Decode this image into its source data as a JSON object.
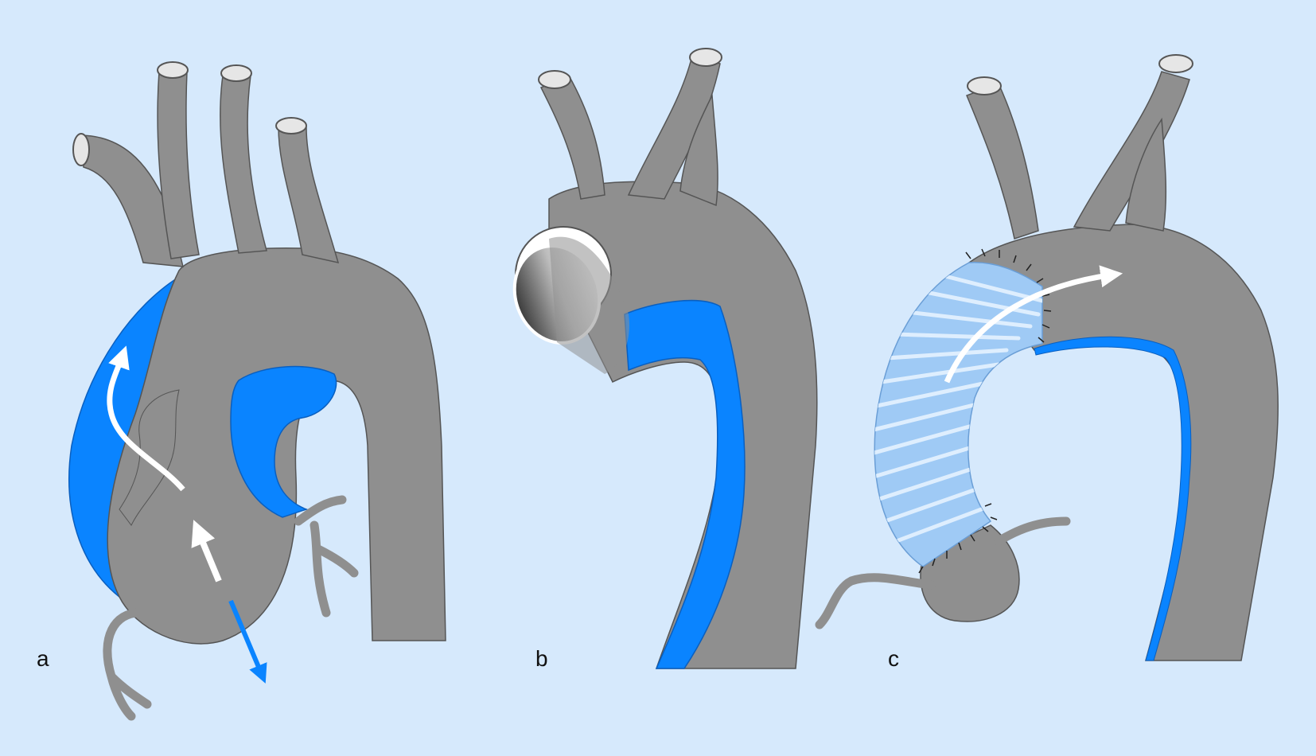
{
  "panels": [
    {
      "label": "a"
    },
    {
      "label": "b"
    },
    {
      "label": "c"
    }
  ],
  "colors": {
    "background": "#d6e9fc",
    "vessel": "#8f8f8f",
    "vessel_outline": "#555555",
    "false_lumen": "#0a84ff",
    "graft": "#9fcaf5",
    "arrow_white": "#ffffff",
    "arrow_blue": "#0a84ff"
  }
}
